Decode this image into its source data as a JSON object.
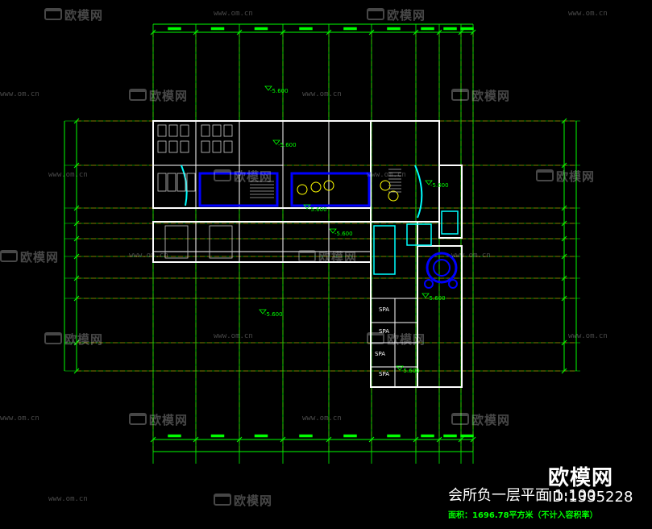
{
  "drawing": {
    "title": "会所负一层平面 1:100",
    "area_note": "面积：1696.78平方米（不计入容积率）",
    "elevation_label": "-5.600"
  },
  "watermark": {
    "brand": "欧模网",
    "url": "www.om.cn"
  },
  "brand_overlay": {
    "name": "欧模网",
    "id": "ID:1335228"
  },
  "rooms": {
    "spa": "SPA"
  },
  "colors": {
    "wall": "#ffffff",
    "dim": "#00ff00",
    "axis": "#ff0000",
    "pool": "#0000ff",
    "cyan": "#00ffff",
    "furniture": "#ffff00"
  }
}
